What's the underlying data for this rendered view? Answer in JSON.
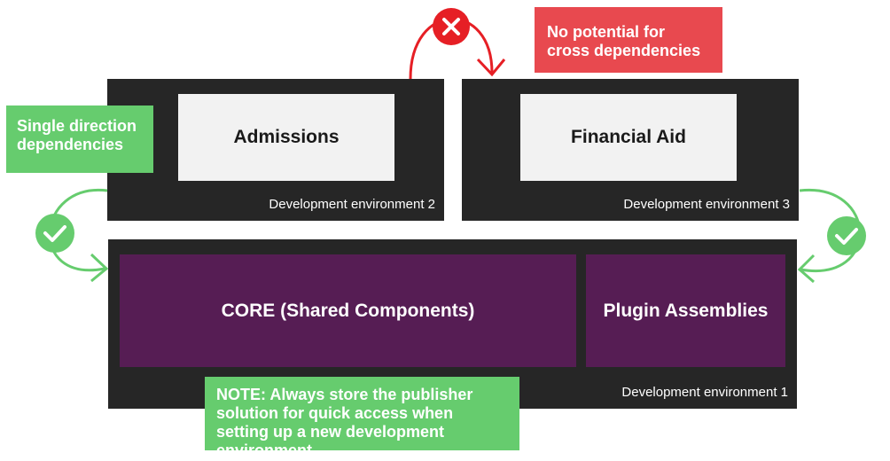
{
  "environments": {
    "env2": {
      "label": "Development environment 2"
    },
    "env3": {
      "label": "Development environment 3"
    },
    "env1": {
      "label": "Development environment 1"
    }
  },
  "boxes": {
    "admissions": "Admissions",
    "financial_aid": "Financial Aid",
    "core": "CORE (Shared Components)",
    "plugin": "Plugin Assemblies"
  },
  "callouts": {
    "single_direction": "Single direction dependencies",
    "no_cross": "No potential for cross dependencies",
    "note": "NOTE: Always store the publisher solution for quick access when setting up a new development environment"
  },
  "icons": {
    "check": "check-icon",
    "cross": "x-icon"
  },
  "colors": {
    "environment_bg": "#262626",
    "component_bg": "#f2f2f2",
    "core_bg": "#561d54",
    "green": "#66cc6e",
    "red": "#e8494f"
  }
}
